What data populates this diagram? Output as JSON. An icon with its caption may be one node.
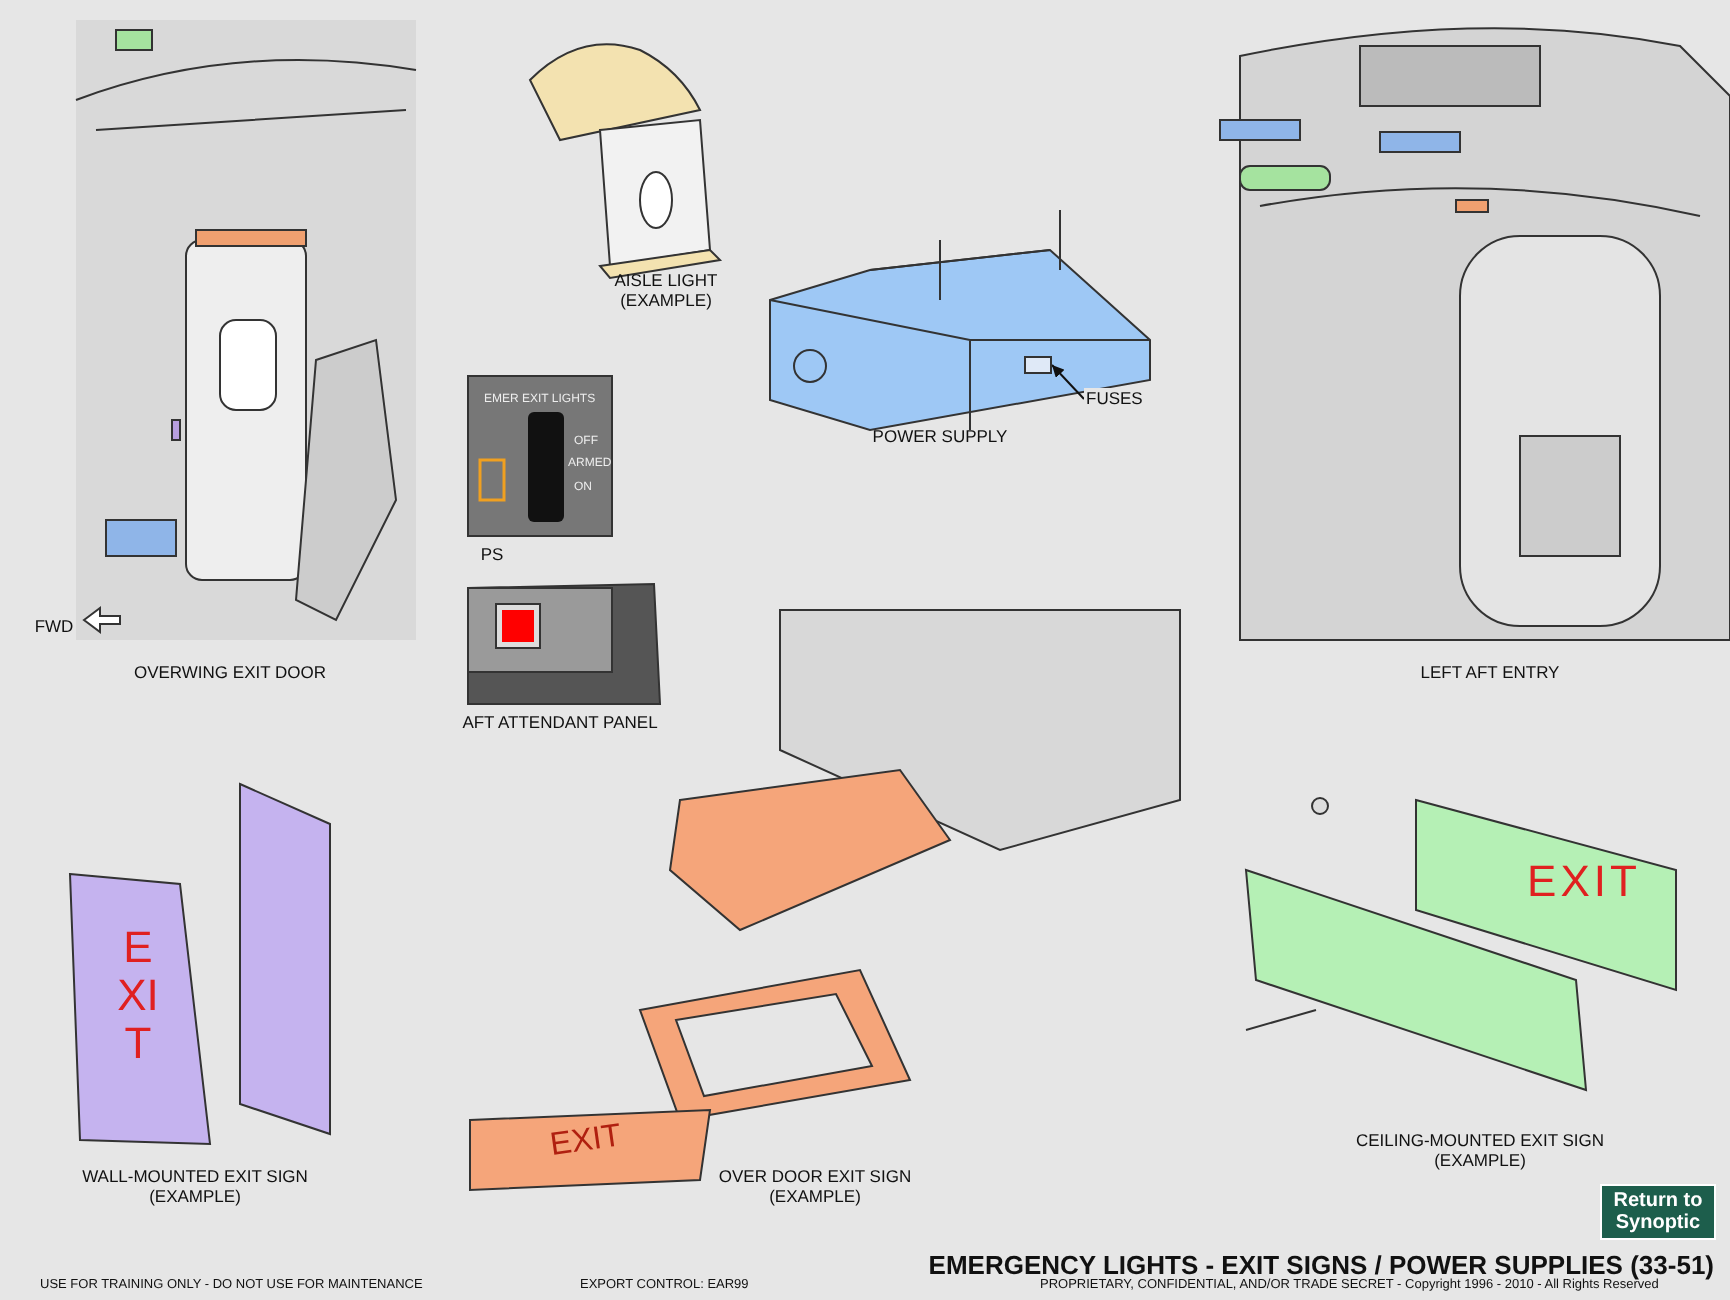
{
  "diagram": {
    "title": "EMERGENCY LIGHTS - EXIT SIGNS / POWER SUPPLIES (33-51)",
    "nodes": [
      {
        "text": [
          "FUSES"
        ]
      },
      {
        "text": [],
        "shape": "box"
      }
    ],
    "edges": [
      {
        "from": 0,
        "to": 1,
        "arrow": "to"
      }
    ],
    "labels": [
      "AISLE LIGHT (EXAMPLE)",
      "EMER EXIT LIGHTS",
      "OFF",
      "ARMED",
      "ON",
      "POWER SUPPLY",
      "PS",
      "FWD",
      "OVERWING EXIT DOOR",
      "AFT ATTENDANT PANEL",
      "LEFT AFT ENTRY",
      "EXIT",
      "EXIT",
      "EXIT",
      "WALL-MOUNTED EXIT SIGN (EXAMPLE)",
      "OVER DOOR EXIT SIGN (EXAMPLE)",
      "CEILING-MOUNTED EXIT SIGN (EXAMPLE)",
      "Return to Synoptic",
      "USE FOR TRAINING ONLY - DO NOT USE FOR MAINTENANCE",
      "EXPORT CONTROL: EAR99",
      "PROPRIETARY, CONFIDENTIAL, AND/OR TRADE SECRET - Copyright 1996 - 2010 - All Rights Reserved"
    ]
  }
}
